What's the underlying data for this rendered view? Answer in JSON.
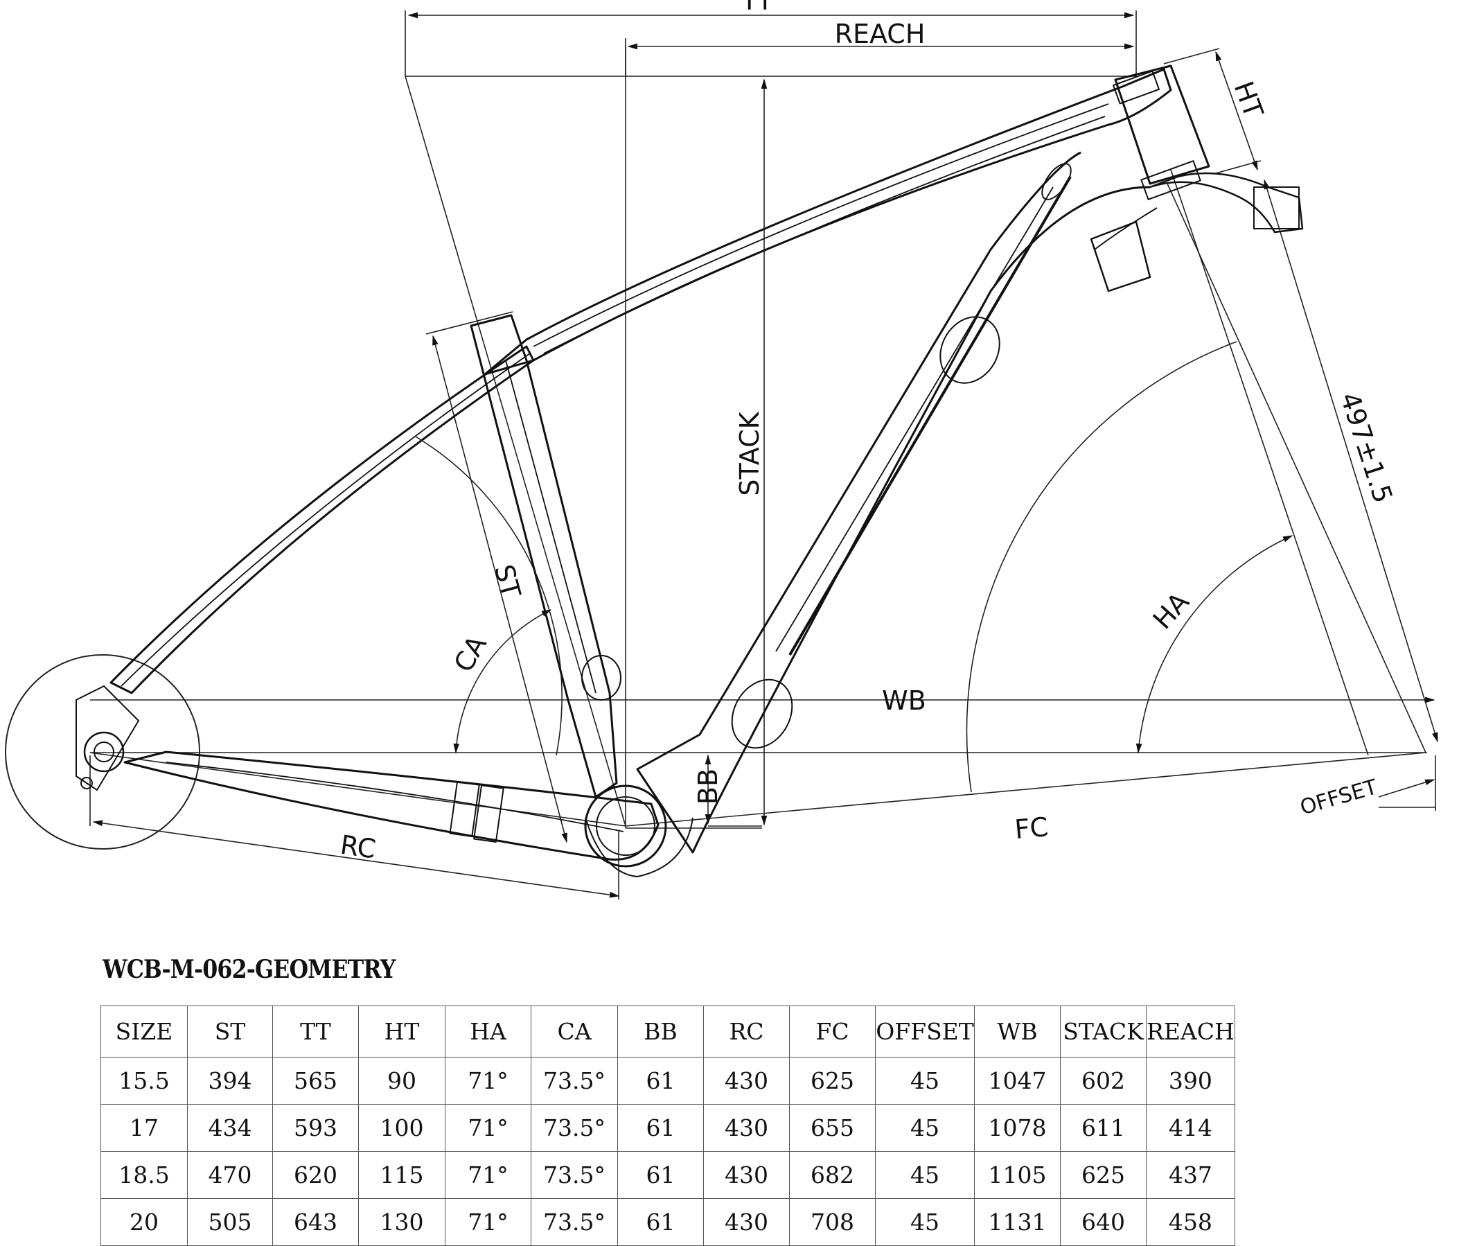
{
  "diagram": {
    "labels": {
      "tt": "TT",
      "reach": "REACH",
      "ht": "HT",
      "stack": "STACK",
      "fork_length": "497±1.5",
      "st": "ST",
      "ca": "CA",
      "ha": "HA",
      "wb": "WB",
      "bb": "BB",
      "rc": "RC",
      "fc": "FC",
      "offset": "OFFSET"
    }
  },
  "table": {
    "title": "WCB-M-062-GEOMETRY",
    "headers": [
      "SIZE",
      "ST",
      "TT",
      "HT",
      "HA",
      "CA",
      "BB",
      "RC",
      "FC",
      "OFFSET",
      "WB",
      "STACK",
      "REACH"
    ],
    "rows": [
      [
        "15.5",
        "394",
        "565",
        "90",
        "71°",
        "73.5°",
        "61",
        "430",
        "625",
        "45",
        "1047",
        "602",
        "390"
      ],
      [
        "17",
        "434",
        "593",
        "100",
        "71°",
        "73.5°",
        "61",
        "430",
        "655",
        "45",
        "1078",
        "611",
        "414"
      ],
      [
        "18.5",
        "470",
        "620",
        "115",
        "71°",
        "73.5°",
        "61",
        "430",
        "682",
        "45",
        "1105",
        "625",
        "437"
      ],
      [
        "20",
        "505",
        "643",
        "130",
        "71°",
        "73.5°",
        "61",
        "430",
        "708",
        "45",
        "1131",
        "640",
        "458"
      ]
    ]
  }
}
